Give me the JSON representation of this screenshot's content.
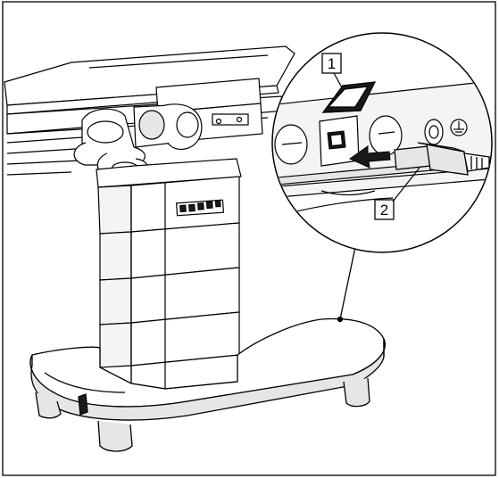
{
  "figure": {
    "callouts": [
      {
        "label": "1",
        "part": "port-cover-flap"
      },
      {
        "label": "2",
        "part": "cable-plug"
      }
    ],
    "colors": {
      "stroke": "#000000",
      "fill_light": "#ffffff",
      "fill_shade": "#e6e6e6",
      "fill_dark": "#1a1a1a",
      "background": "#ffffff"
    },
    "icons": [
      "ground-symbol",
      "insertion-arrow"
    ]
  }
}
